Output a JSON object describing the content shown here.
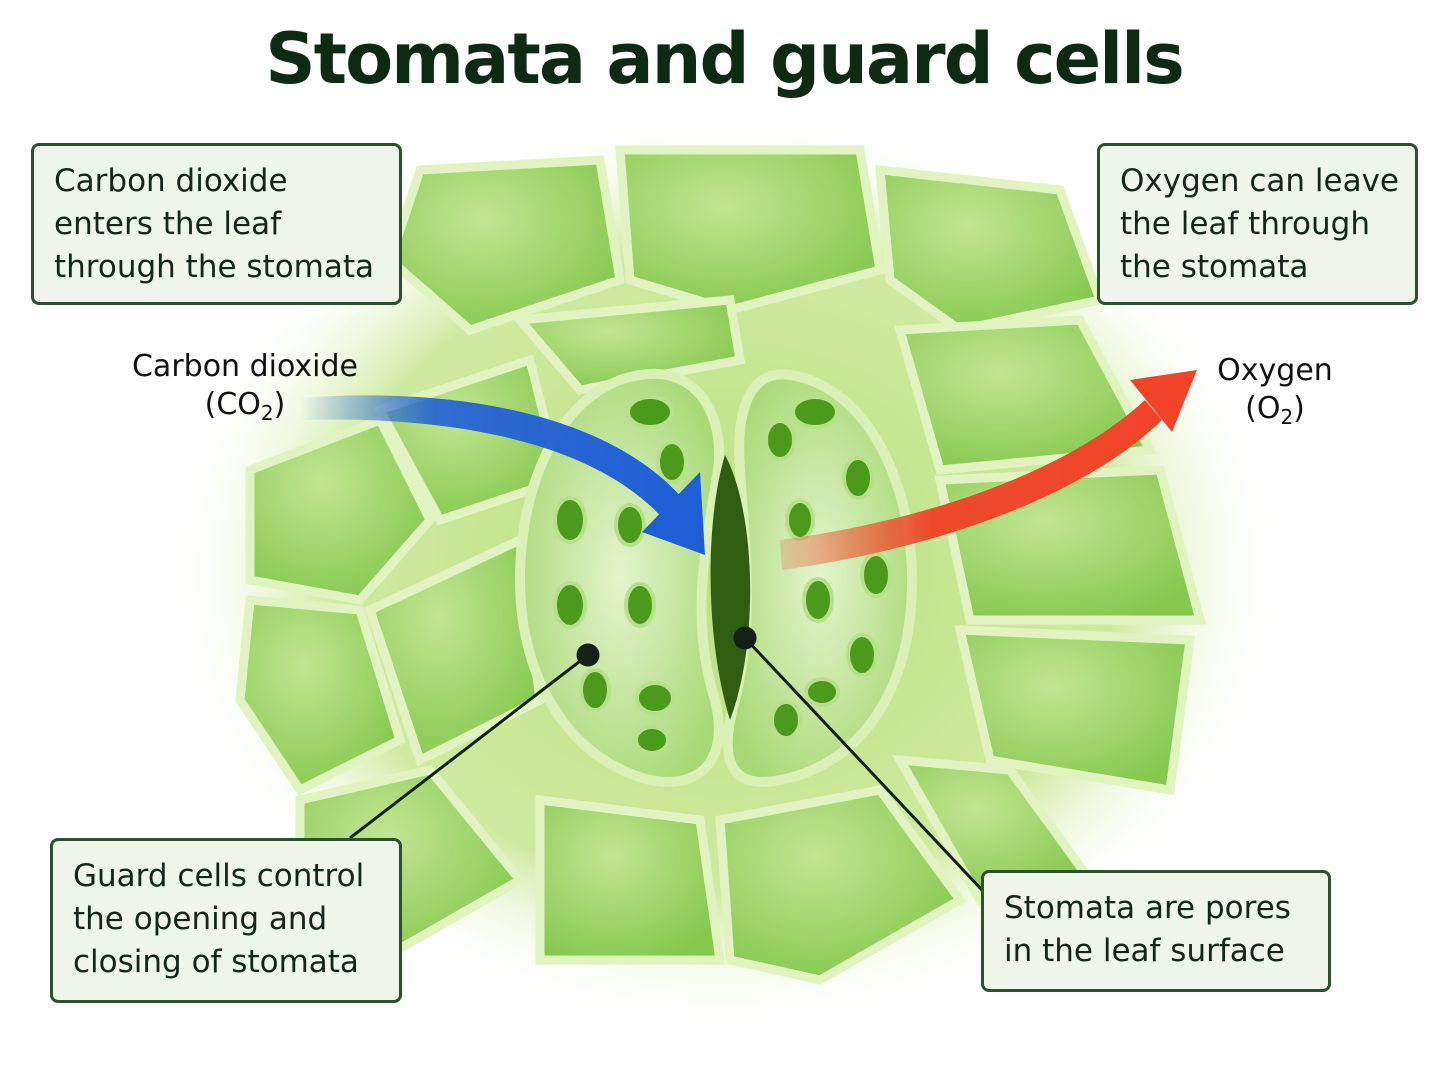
{
  "title": "Stomata and guard cells",
  "labels": {
    "co2_box": [
      "Carbon dioxide",
      "enters the leaf",
      "through the stomata"
    ],
    "o2_box": [
      "Oxygen can leave",
      "the leaf through",
      "the stomata"
    ],
    "guard_box": [
      "Guard cells control",
      "the opening and",
      "closing of stomata"
    ],
    "stomata_box": [
      "Stomata are pores",
      "in the leaf surface"
    ]
  },
  "gases": {
    "co2": {
      "name": "Carbon dioxide",
      "formula_open": "(CO",
      "formula_sub": "2",
      "formula_close": ")"
    },
    "o2": {
      "name": "Oxygen",
      "formula_open": "(O",
      "formula_sub": "2",
      "formula_close": ")"
    }
  },
  "colors": {
    "co2_arrow": "#1f5fd6",
    "o2_arrow": "#ee4a2a",
    "cell_fill": "#8fcf57",
    "cell_wall": "#d8efb4",
    "chloroplast": "#4c9a1c",
    "pore": "#2f5e12"
  }
}
